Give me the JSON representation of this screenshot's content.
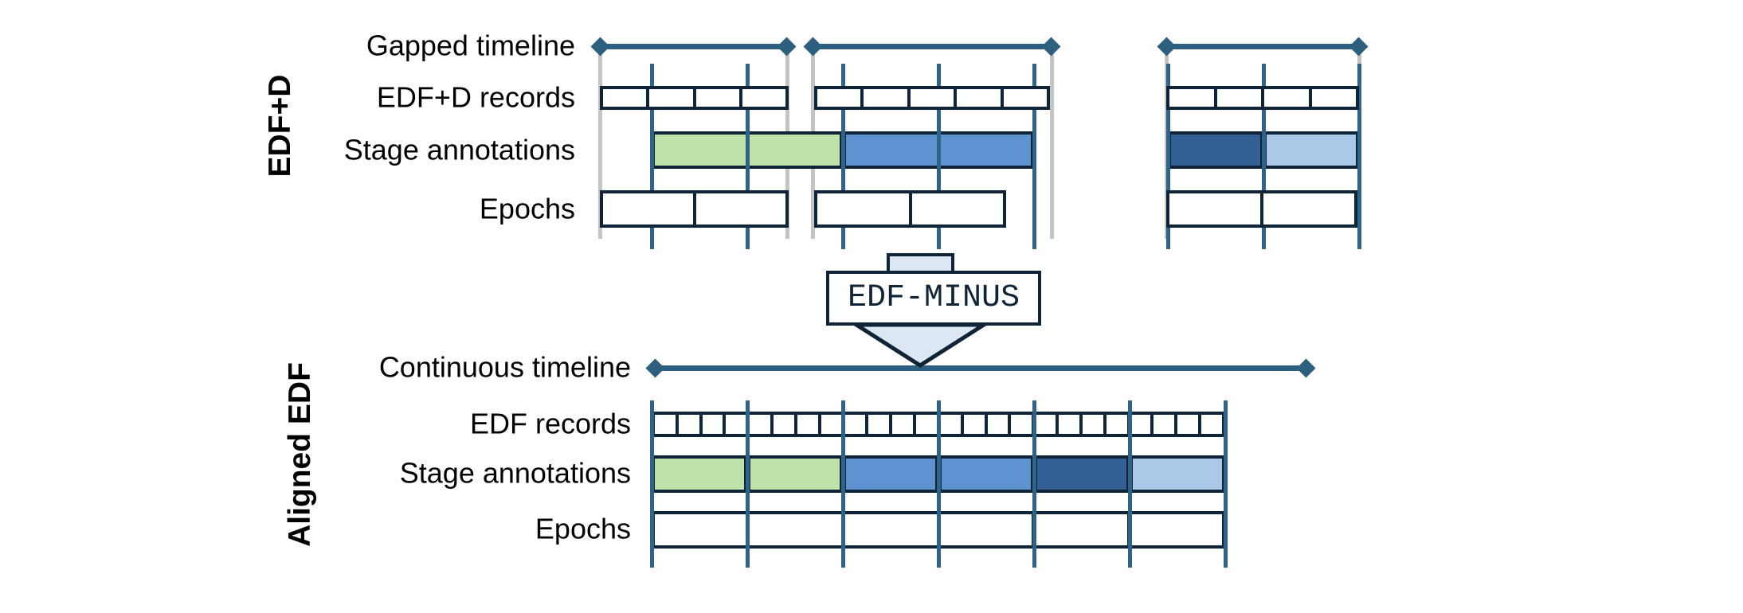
{
  "top_section": {
    "side_label": "EDF+D",
    "row_labels": [
      "Gapped timeline",
      "EDF+D records",
      "Stage annotations",
      "Epochs"
    ],
    "segments": [
      {
        "records_cells": 4,
        "epoch_cells": 2
      },
      {
        "records_cells": 5,
        "epoch_cells": 2
      },
      {
        "records_cells": 4,
        "epoch_cells": 2
      }
    ],
    "annotations": [
      {
        "stage_color": "green",
        "epochs": 2
      },
      {
        "stage_color": "blue",
        "epochs": 2
      },
      {
        "stage_color": "dark_blue",
        "epochs": 1
      },
      {
        "stage_color": "light_blue",
        "epochs": 1
      }
    ]
  },
  "transform_step": {
    "label": "EDF-MINUS"
  },
  "bottom_section": {
    "side_label": "Aligned EDF",
    "row_labels": [
      "Continuous timeline",
      "EDF records",
      "Stage annotations",
      "Epochs"
    ],
    "records_cells": 24,
    "epoch_cells": 6,
    "annotations": [
      {
        "stage_color": "green"
      },
      {
        "stage_color": "green"
      },
      {
        "stage_color": "blue"
      },
      {
        "stage_color": "blue"
      },
      {
        "stage_color": "dark_blue"
      },
      {
        "stage_color": "light_blue"
      }
    ]
  },
  "colors": {
    "navy": "#0f2537",
    "steel": "#2d5f7e",
    "grid": "#2f6489",
    "grey": "#c4c4c4",
    "green": "#bde3a9",
    "blue": "#5e93d1",
    "dark_blue": "#345f95",
    "light_blue": "#abc8e8",
    "arrow_fill": "#dde7f3"
  }
}
